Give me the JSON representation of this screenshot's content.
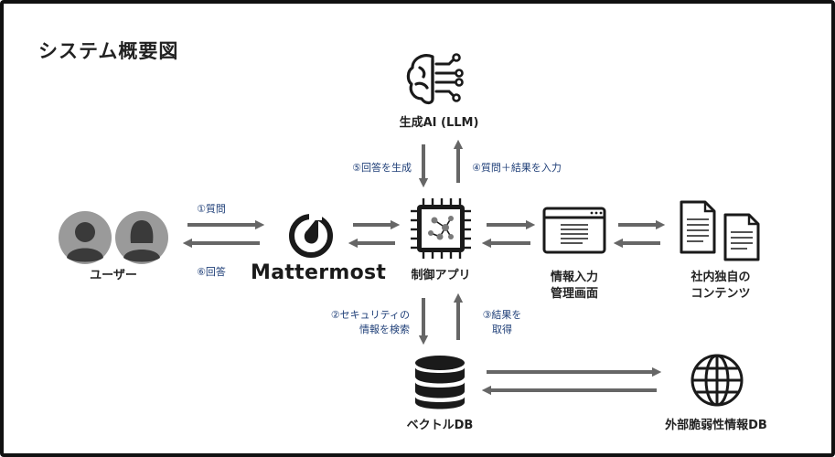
{
  "title": "システム概要図",
  "nodes": {
    "users": "ユーザー",
    "mattermost": "Mattermost",
    "llm": "生成AI (LLM)",
    "controller": "制御アプリ",
    "info_input_line1": "情報入力",
    "info_input_line2": "管理画面",
    "contents_line1": "社内独自の",
    "contents_line2": "コンテンツ",
    "vectordb": "ベクトルDB",
    "vuln_db": "外部脆弱性情報DB"
  },
  "steps": {
    "s1": "①質問",
    "s6": "⑥回答",
    "s5": "⑤回答を生成",
    "s4": "④質問＋結果を入力",
    "s2_line1": "②セキュリティの",
    "s2_line2": "情報を検索",
    "s3_line1": "③結果を",
    "s3_line2": "取得"
  },
  "colors": {
    "arrow": "#666666",
    "step_text": "#1f3f78",
    "icon": "#1a1a1a",
    "avatar_bg": "#9a9a9a",
    "avatar_fg": "#3a3a3a"
  },
  "icons": [
    "brain-icon",
    "user-icon",
    "mattermost-logo",
    "chip-icon",
    "window-icon",
    "document-icon",
    "database-icon",
    "globe-icon"
  ]
}
